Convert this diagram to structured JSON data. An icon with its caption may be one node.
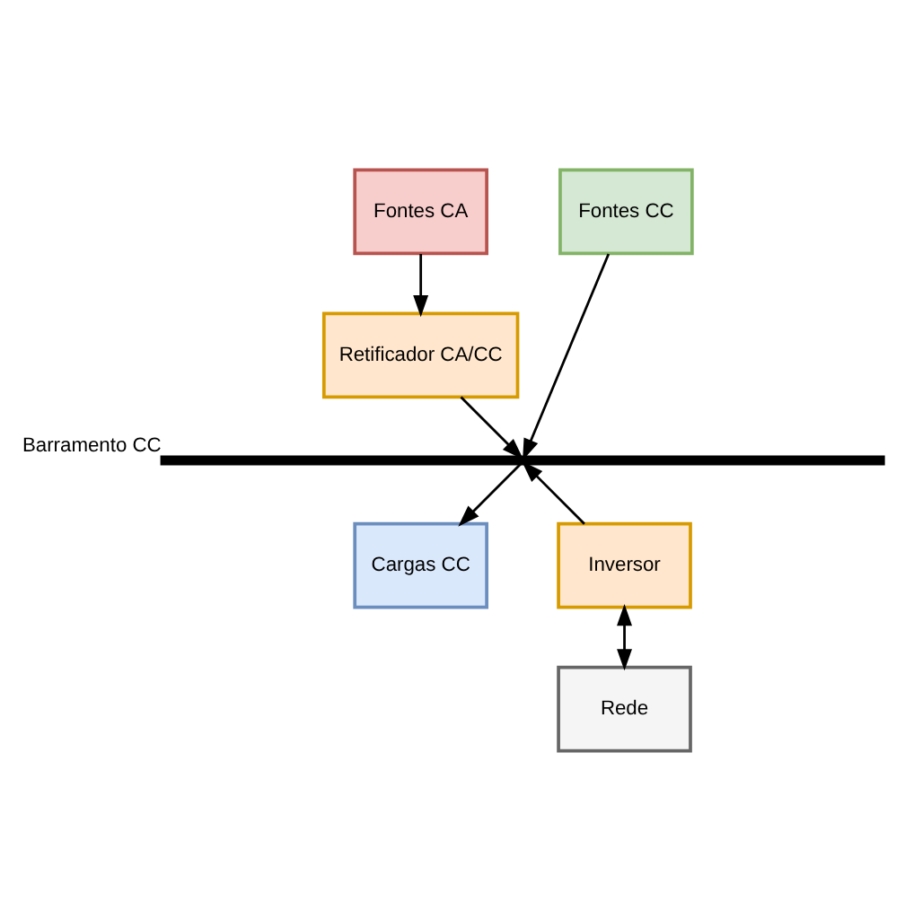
{
  "diagram": {
    "nodes": [
      {
        "text": [
          "Fontes CA"
        ]
      },
      {
        "text": [
          "Retificador CA/CC"
        ]
      },
      {
        "text": [
          "Fontes CC"
        ]
      },
      {
        "text": [],
        "shape": "bar",
        "beside": [
          "Barramento CC"
        ]
      },
      {
        "text": [
          "Cargas CC"
        ]
      },
      {
        "text": [
          "Inversor"
        ]
      },
      {
        "text": [
          "Rede"
        ]
      }
    ],
    "edges": [
      {
        "from": 0,
        "to": 1,
        "arrow": "to"
      },
      {
        "from": 1,
        "to": 3,
        "arrow": "to"
      },
      {
        "from": 2,
        "to": 3,
        "arrow": "to"
      },
      {
        "from": 3,
        "to": 4,
        "arrow": "to"
      },
      {
        "from": 5,
        "to": 3,
        "arrow": "to"
      },
      {
        "from": 5,
        "to": 6,
        "arrow": "both"
      }
    ]
  }
}
